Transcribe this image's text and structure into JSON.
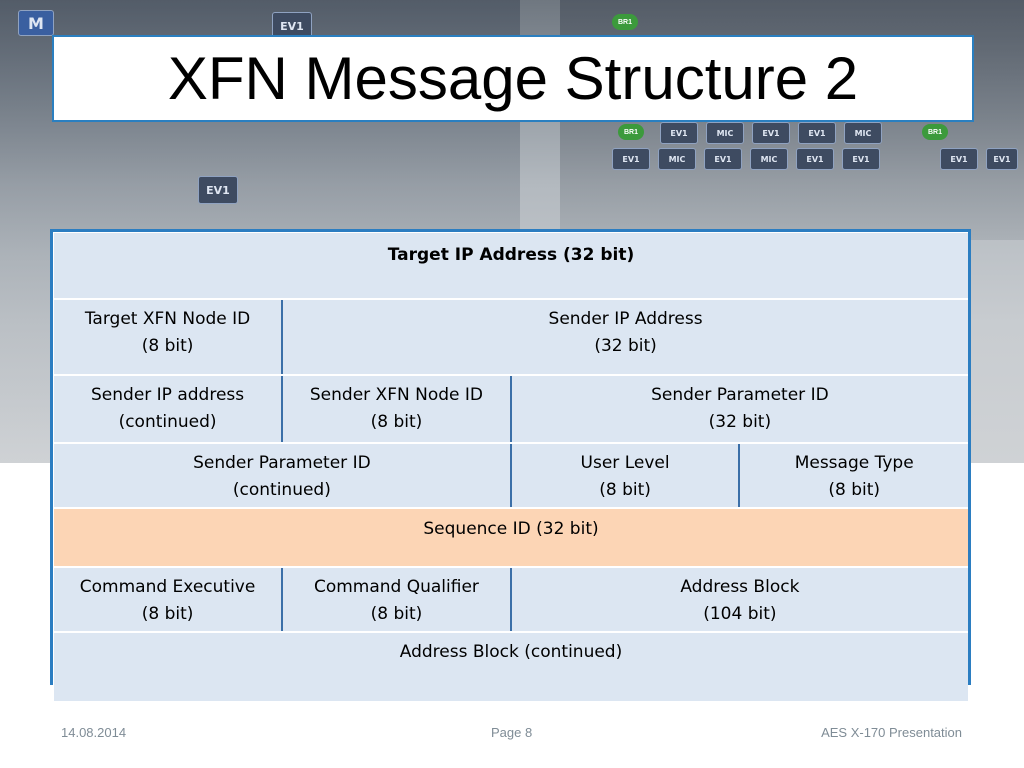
{
  "slide": {
    "title": "XFN Message Structure 2",
    "footer": {
      "date": "14.08.2014",
      "page": "Page 8",
      "presentation": "AES X-170 Presentation"
    }
  },
  "table": {
    "rows": [
      {
        "highlight": false,
        "cells": [
          {
            "lines": [
              "Target IP Address  (32 bit)"
            ],
            "colspan": 4
          }
        ]
      },
      {
        "highlight": false,
        "cells": [
          {
            "lines": [
              "Target XFN Node ID",
              "(8 bit)"
            ],
            "colspan": 1
          },
          {
            "lines": [
              "Sender IP Address",
              "(32 bit)"
            ],
            "colspan": 3
          }
        ]
      },
      {
        "highlight": false,
        "cells": [
          {
            "lines": [
              "Sender IP address",
              "(continued)"
            ],
            "colspan": 1
          },
          {
            "lines": [
              "Sender XFN Node ID",
              "(8 bit)"
            ],
            "colspan": 1
          },
          {
            "lines": [
              "Sender Parameter ID",
              "(32 bit)"
            ],
            "colspan": 2
          }
        ]
      },
      {
        "highlight": false,
        "cells": [
          {
            "lines": [
              "Sender Parameter ID",
              "(continued)"
            ],
            "colspan": 2
          },
          {
            "lines": [
              "User Level",
              "(8 bit)"
            ],
            "colspan": 1
          },
          {
            "lines": [
              "Message Type",
              "(8 bit)"
            ],
            "colspan": 1
          }
        ]
      },
      {
        "highlight": true,
        "cells": [
          {
            "lines": [
              "Sequence ID (32 bit)"
            ],
            "colspan": 4
          }
        ]
      },
      {
        "highlight": false,
        "cells": [
          {
            "lines": [
              "Command Executive",
              "(8 bit)"
            ],
            "colspan": 1
          },
          {
            "lines": [
              "Command Qualifier",
              "(8 bit)"
            ],
            "colspan": 1
          },
          {
            "lines": [
              "Address Block",
              "(104 bit)"
            ],
            "colspan": 2
          }
        ]
      },
      {
        "highlight": false,
        "cells": [
          {
            "lines": [
              "Address Block (continued)"
            ],
            "colspan": 4
          }
        ]
      }
    ]
  },
  "colors": {
    "accent": "#2b7dc1",
    "cell_fill": "#dce6f2",
    "highlight_fill": "#fcd5b5"
  }
}
